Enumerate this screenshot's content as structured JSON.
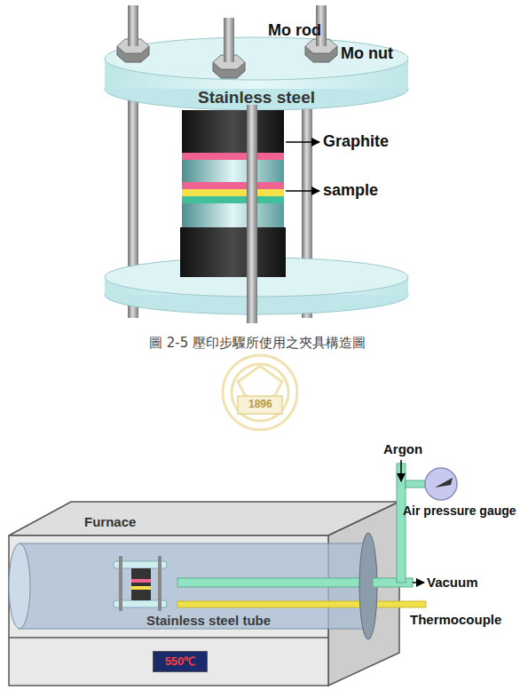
{
  "diagram": {
    "caption": "圖 2-5 壓印步驟所使用之夾具構造圖",
    "nodes": [
      {
        "text": [
          "Stainless steel"
        ]
      },
      {
        "text": [
          "Furnace"
        ]
      },
      {
        "text": [
          "Stainless steel tube"
        ],
        "in": 1
      },
      {
        "text": [
          "550℃"
        ],
        "in": 1
      }
    ],
    "labels": [
      "Mo rod",
      "Mo nut",
      "Graphite",
      "sample",
      "1896",
      "Argon",
      "Air pressure gauge",
      "Vacuum",
      "Thermocouple"
    ]
  }
}
